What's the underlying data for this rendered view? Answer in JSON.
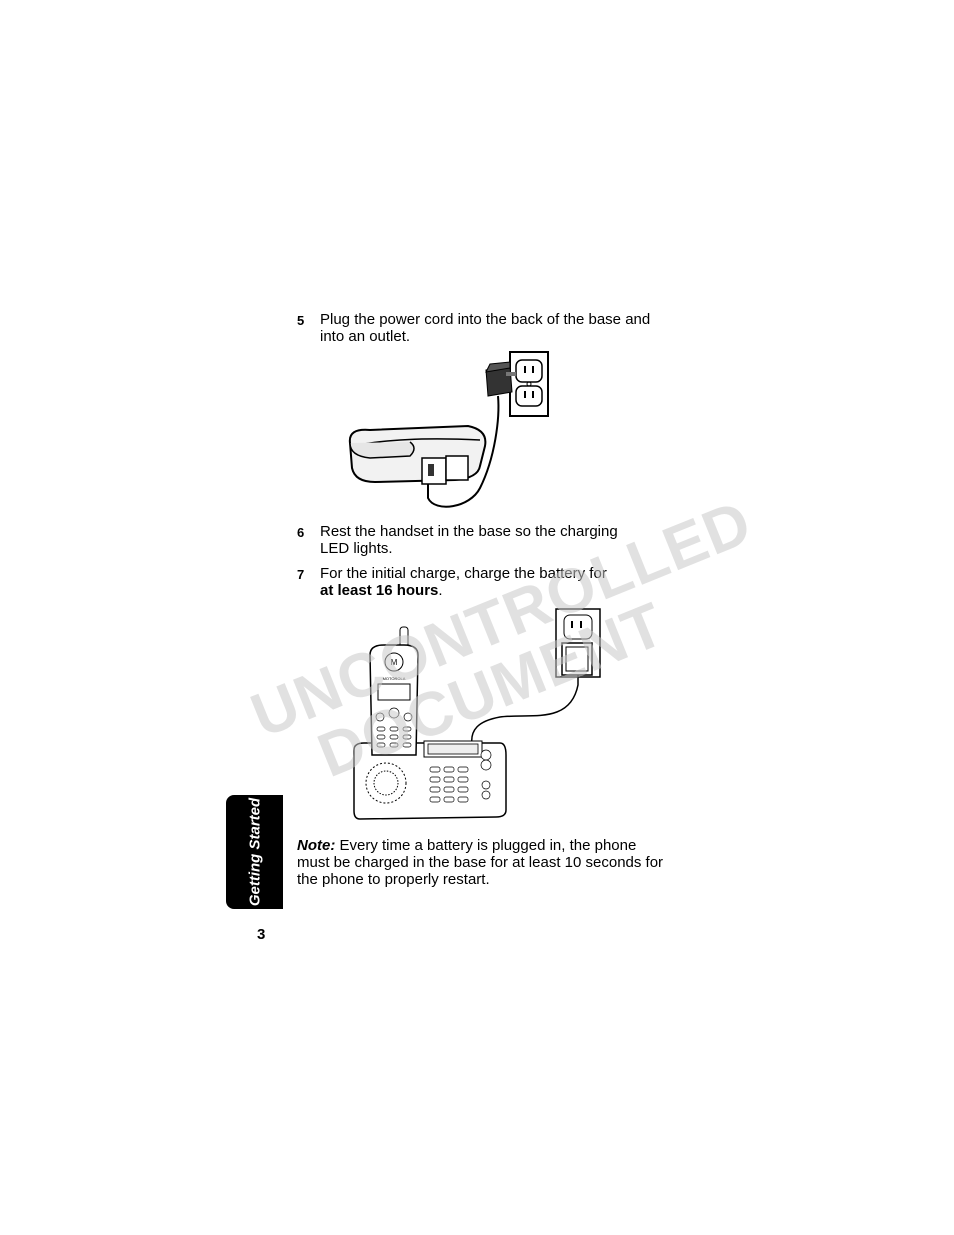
{
  "steps": [
    {
      "num": "5",
      "text_line1": "Plug the power cord into the back of the base and",
      "text_line2": "into an outlet."
    },
    {
      "num": "6",
      "text_line1": "Rest the handset in the base so the charging",
      "text_line2": "LED lights."
    },
    {
      "num": "7",
      "text_line1": "For the initial charge, charge the battery for",
      "bold": "at least 16 hours",
      "tail": "."
    }
  ],
  "note": {
    "label": "Note:",
    "text": " Every time a battery is plugged in, the phone must be charged in the base for at least 10 seconds for the phone to properly restart."
  },
  "side_tab": "Getting Started",
  "page_number": "3",
  "watermark": {
    "line1": "UNCONTROLLED",
    "line2": "DOCUMENT"
  },
  "brand_text": "MOTOROLA"
}
